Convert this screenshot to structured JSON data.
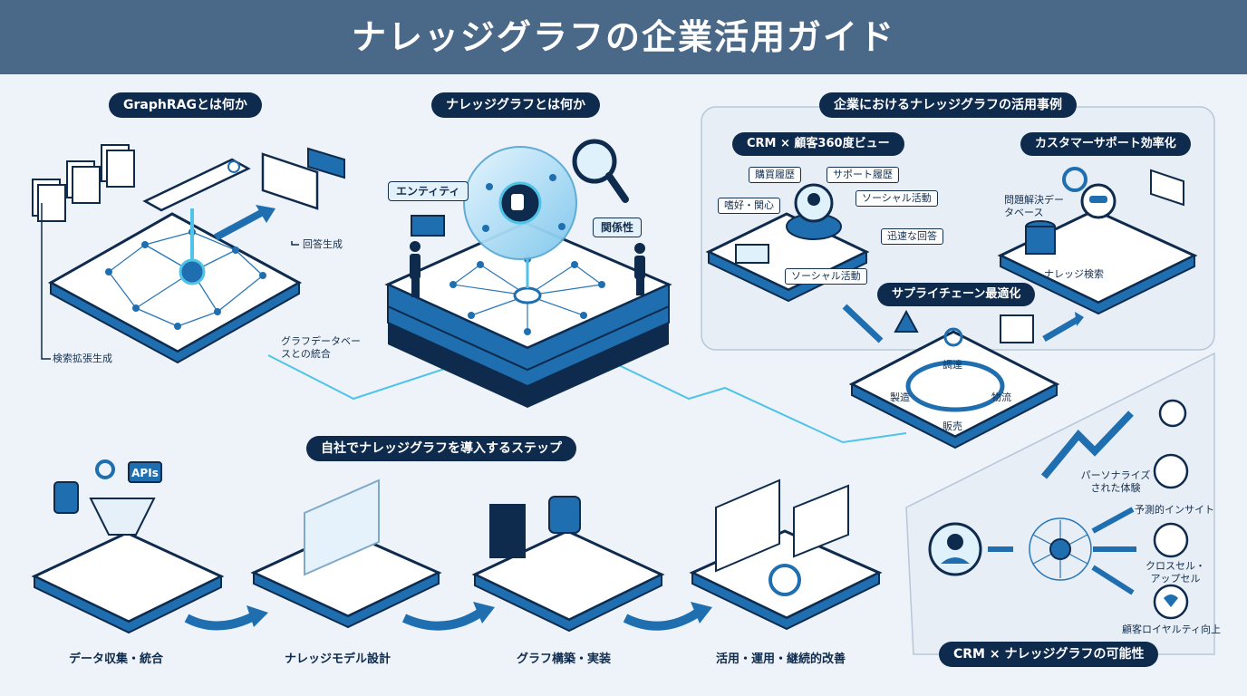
{
  "title": "ナレッジグラフの企業活用ガイド",
  "sections": {
    "graphrag": {
      "heading": "GraphRAGとは何か",
      "answer_label": "回答生成",
      "retrieval_label": "検索拡張生成",
      "integration_label": "グラフデータベースとの統合"
    },
    "kg": {
      "heading": "ナレッジグラフとは何か",
      "entity_label": "エンティティ",
      "relation_label": "関係性"
    },
    "usecases": {
      "heading": "企業におけるナレッジグラフの活用事例",
      "crm": {
        "heading": "CRM × 顧客360度ビュー",
        "tags": [
          "購買履歴",
          "サポート履歴",
          "嗜好・関心",
          "ソーシャル活動",
          "迅速な回答",
          "ソーシャル活動"
        ]
      },
      "support": {
        "heading": "カスタマーサポート効率化",
        "tags": [
          "問題解決データベース",
          "ナレッジ検索"
        ]
      },
      "supply": {
        "heading": "サプライチェーン最適化",
        "tags": [
          "調達",
          "製造",
          "物流",
          "販売"
        ]
      }
    },
    "steps": {
      "heading": "自社でナレッジグラフを導入するステップ",
      "items": [
        "データ収集・統合",
        "ナレッジモデル設計",
        "グラフ構築・実装",
        "活用・運用・継続的改善"
      ],
      "apis_label": "APIs"
    },
    "potential": {
      "heading": "CRM × ナレッジグラフの可能性",
      "outcomes": [
        "パーソナライズされた体験",
        "予測的インサイト",
        "クロスセル・アップセル",
        "顧客ロイヤルティ向上"
      ]
    }
  },
  "colors": {
    "header": "#4a6887",
    "navy": "#0e2a4d",
    "blue": "#1f6fb0",
    "cyan": "#4fc3e8",
    "bg": "#eef3f9"
  }
}
